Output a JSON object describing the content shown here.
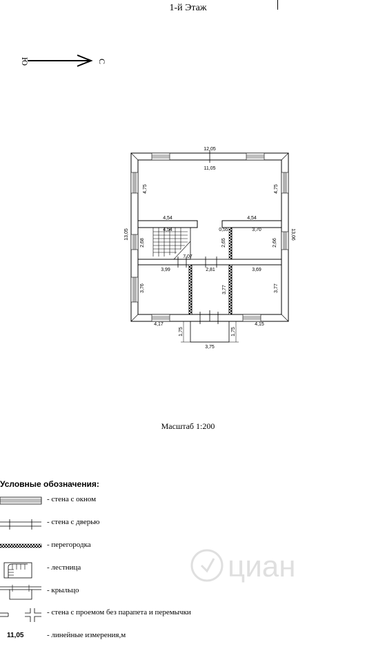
{
  "title": "1-й Этаж",
  "compass": {
    "left": "Ю",
    "right": "С"
  },
  "dimensions": {
    "outer_width": "12,05",
    "inner_width": "11,05",
    "top_left_height": "4,75",
    "top_right_height": "4,75",
    "overall_height_left": "13,05",
    "overall_height_right": "13,06",
    "left_partition": "4,54",
    "right_partition": "4,54",
    "stair_width": "4,54",
    "gap": "0,55",
    "right_mid_room_width": "3,70",
    "stair_height": "2,68",
    "corridor_height": "2,65",
    "right_mid_room_height": "2,66",
    "hall_width": "7,07",
    "corridor_width": "2,81",
    "bottom_left_width": "3,99",
    "bottom_right_width": "3,69",
    "bottom_left_height": "3,76",
    "bottom_mid_height": "3,77",
    "bottom_right_height": "3,77",
    "bottom_left_outer": "4,17",
    "bottom_right_outer": "4,15",
    "porch_depth_left": "1,75",
    "porch_depth_right": "1,75",
    "porch_width": "3,75"
  },
  "scale": "Масштаб 1:200",
  "legend": {
    "title": "Условные обозначения:",
    "items": [
      {
        "label": "- стена с окном",
        "icon": "wall-window-icon"
      },
      {
        "label": "- стена с дверью",
        "icon": "wall-door-icon"
      },
      {
        "label": "- перегородка",
        "icon": "partition-icon"
      },
      {
        "label": "- лестница",
        "icon": "stair-icon"
      },
      {
        "label": "- крыльцо",
        "icon": "porch-icon"
      },
      {
        "label": "- стена с проемом без парапета и перемычки",
        "icon": "opening-icon"
      },
      {
        "label": "- линейные измерения,м",
        "icon": "dimension-sample",
        "sample": "11,05"
      }
    ]
  },
  "watermark": "циан"
}
